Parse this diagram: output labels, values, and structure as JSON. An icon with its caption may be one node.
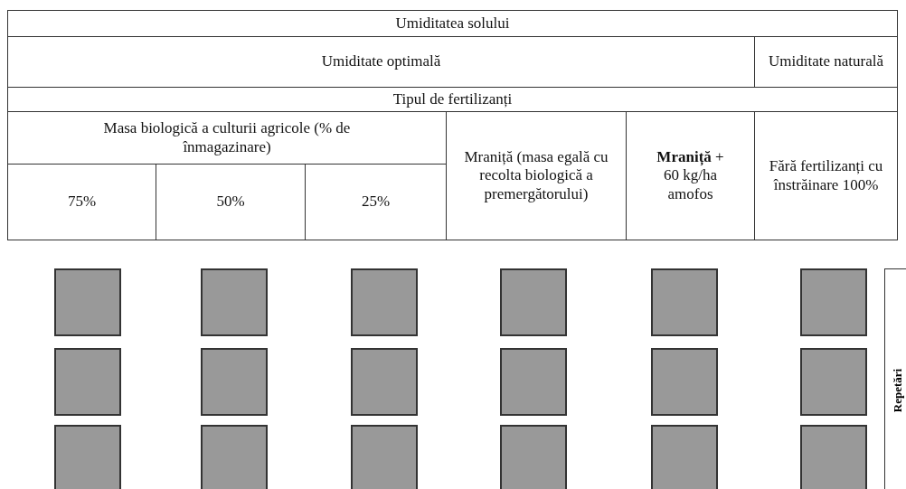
{
  "diagram": {
    "nodes": [
      {
        "text": [],
        "shape": "box"
      },
      {
        "text": [],
        "shape": "box"
      },
      {
        "text": [],
        "shape": "box"
      },
      {
        "text": [],
        "shape": "box"
      },
      {
        "text": [],
        "shape": "box"
      },
      {
        "text": [],
        "shape": "box"
      },
      {
        "text": [],
        "shape": "box"
      },
      {
        "text": [],
        "shape": "box"
      },
      {
        "text": [],
        "shape": "box"
      },
      {
        "text": [],
        "shape": "box"
      },
      {
        "text": [],
        "shape": "box"
      },
      {
        "text": [],
        "shape": "box"
      },
      {
        "text": [],
        "shape": "box"
      },
      {
        "text": [],
        "shape": "box"
      },
      {
        "text": [],
        "shape": "box"
      },
      {
        "text": [],
        "shape": "box"
      },
      {
        "text": [],
        "shape": "box"
      },
      {
        "text": [],
        "shape": "box"
      },
      {
        "text": [
          "Repetări"
        ]
      }
    ],
    "labels": [
      "Umiditatea solului",
      "Umiditate optimală",
      "Umiditate naturală",
      "Tipul de fertilizanți",
      "Masa biologică a culturii agricole (% de înmagazinare)",
      "Mraniță (masa egală cu recolta biologică a premergătorului)",
      "**Mraniță** + 60 kg/ha amofos",
      "Fără fertilizanți cu înstrăinare 100%",
      "75%",
      "50%",
      "25%"
    ]
  }
}
